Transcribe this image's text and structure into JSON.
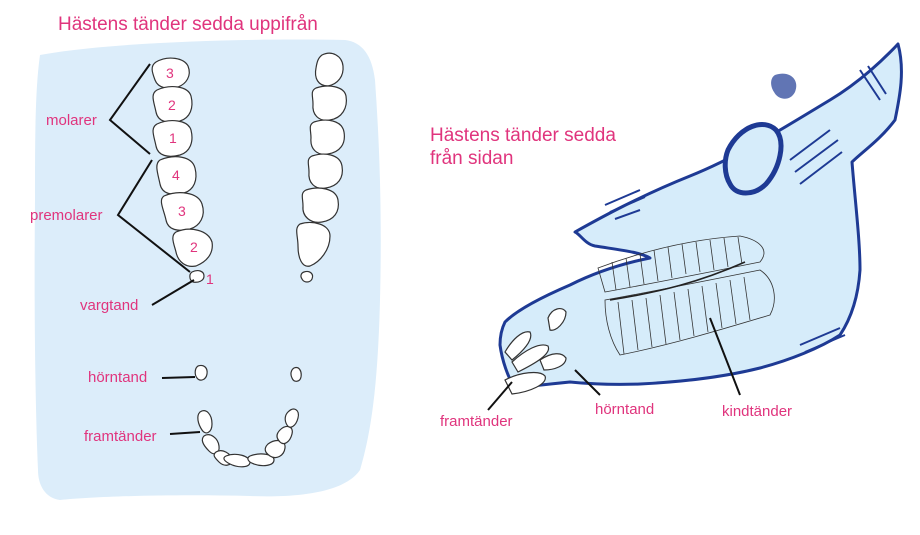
{
  "top_view": {
    "title": "Hästens tänder sedda uppifrån",
    "labels": {
      "molars": "molarer",
      "premolars": "premolarer",
      "wolf_tooth": "vargtand",
      "canine": "hörntand",
      "incisors": "framtänder"
    },
    "tooth_numbers": {
      "molar_3": "3",
      "molar_2": "2",
      "molar_1": "1",
      "premolar_4": "4",
      "premolar_3": "3",
      "premolar_2": "2",
      "wolf_1": "1"
    }
  },
  "side_view": {
    "title_line1": "Hästens tänder sedda",
    "title_line2": "från sidan",
    "labels": {
      "incisors": "framtänder",
      "canine": "hörntand",
      "cheek_teeth": "kindtänder"
    }
  },
  "colors": {
    "label": "#e0347d",
    "background_blob": "#dcedfa",
    "skull_outline": "#1e3a94"
  }
}
